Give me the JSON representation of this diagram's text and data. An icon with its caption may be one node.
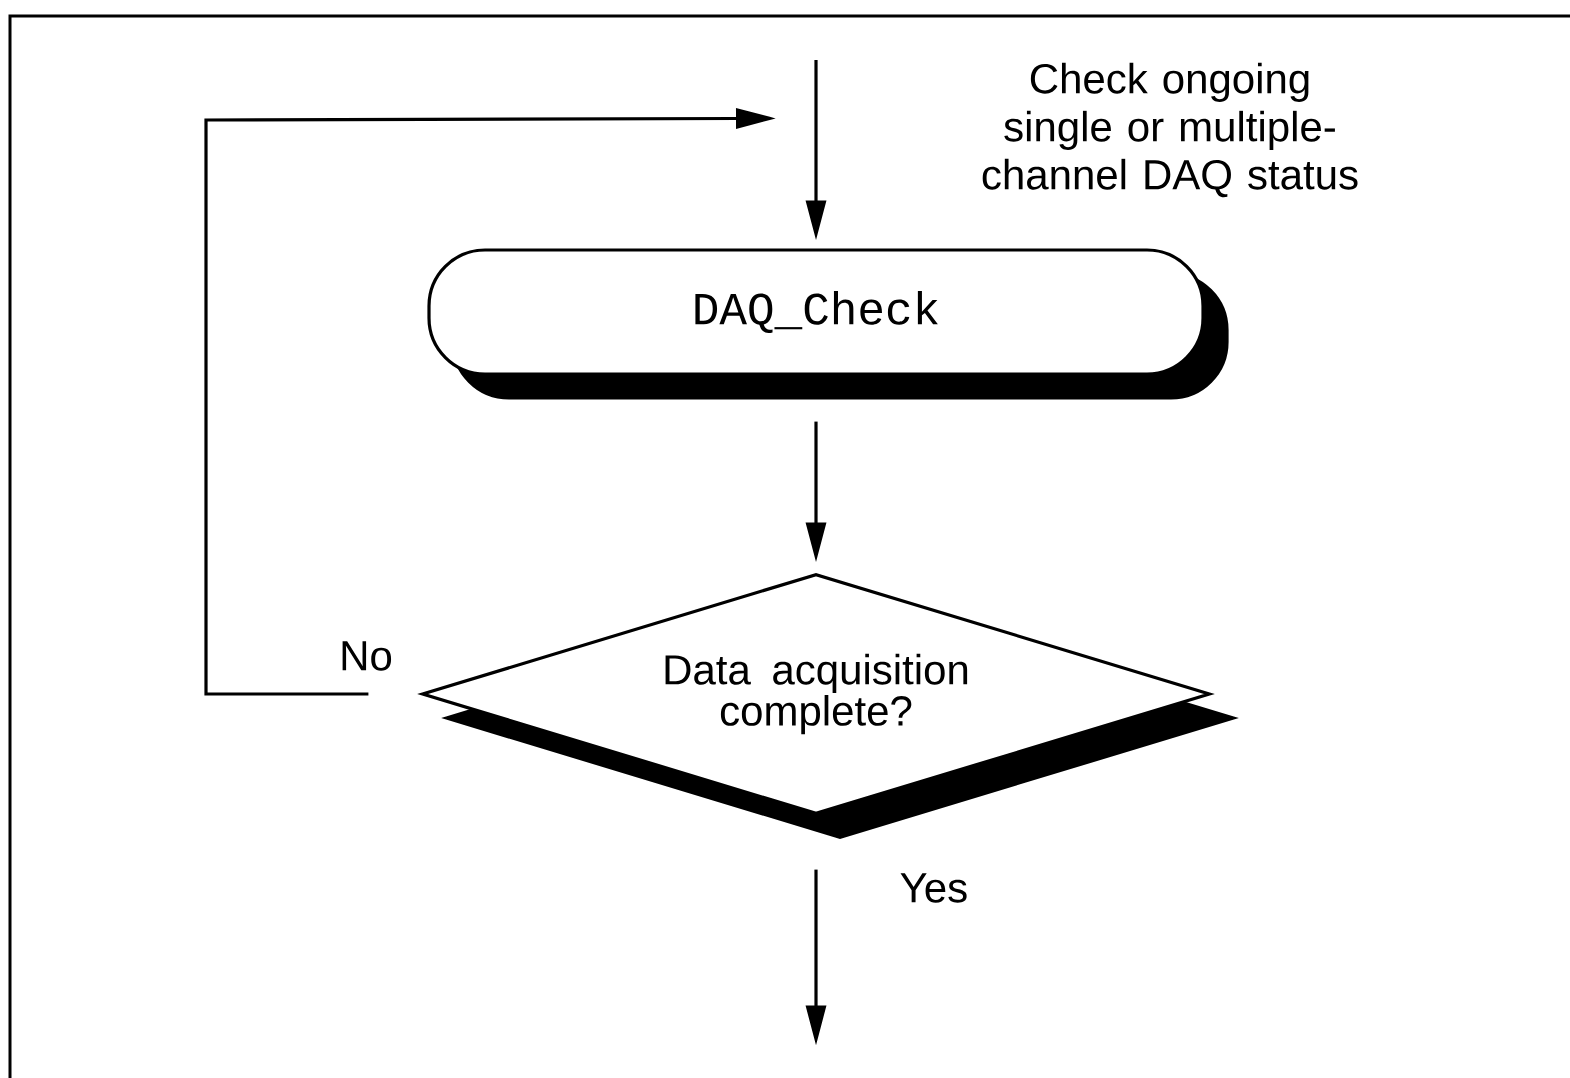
{
  "diagram": {
    "nodes": [
      {
        "text": [
          "DAQ_Check"
        ],
        "beside": [
          "Check ongoing single or multiple-channel DAQ status"
        ]
      },
      {
        "text": [
          "Data acquisition complete?"
        ]
      }
    ],
    "edges": [
      {
        "from": null,
        "to": 0,
        "arrow": "to"
      },
      {
        "from": 0,
        "to": 1,
        "arrow": "to"
      },
      {
        "from": 1,
        "to": null,
        "arrow": "to",
        "label": "Yes"
      },
      {
        "from": 1,
        "to": 0,
        "arrow": "to",
        "label": "No"
      }
    ]
  }
}
